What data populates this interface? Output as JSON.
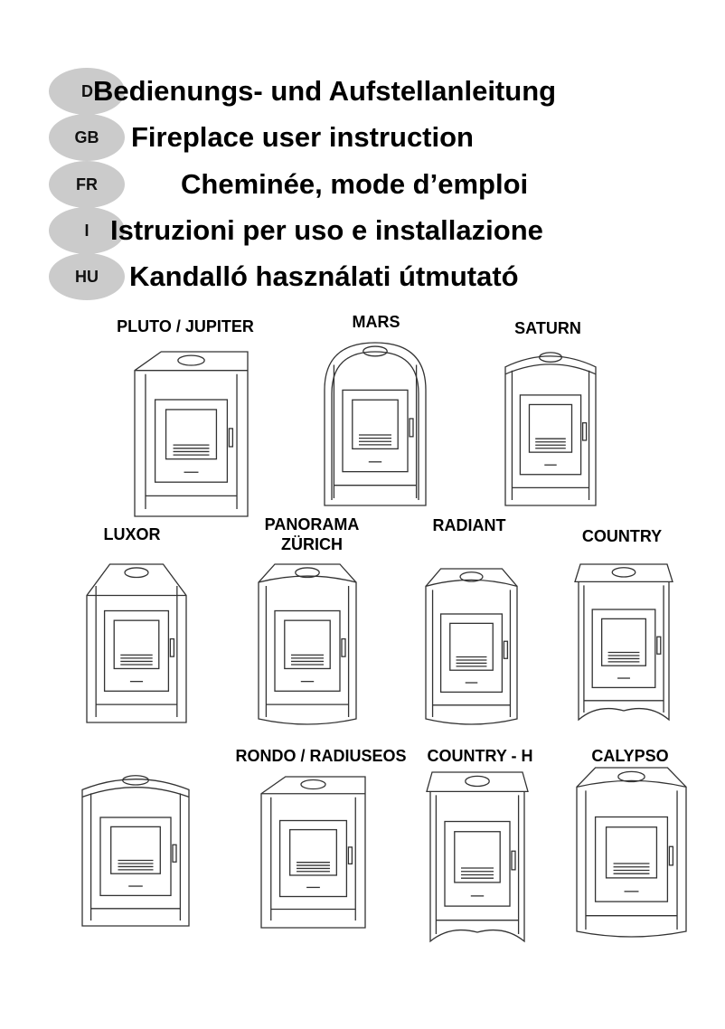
{
  "header": {
    "languages": [
      {
        "code": "D",
        "title": "Bedienungs- und Aufstellanleitung"
      },
      {
        "code": "GB",
        "title": "Fireplace user instruction"
      },
      {
        "code": "FR",
        "title": "Cheminée, mode d’emploi"
      },
      {
        "code": "I",
        "title": "Istruzioni per uso e installazione"
      },
      {
        "code": "HU",
        "title": "Kandalló használati útmutató"
      }
    ]
  },
  "models": [
    {
      "name": "PLUTO / JUPITER"
    },
    {
      "name": "MARS"
    },
    {
      "name": "SATURN"
    },
    {
      "name": "LUXOR"
    },
    {
      "name": "PANORAMA\nZÜRICH"
    },
    {
      "name": "RADIANT"
    },
    {
      "name": "COUNTRY"
    },
    {
      "name": ""
    },
    {
      "name": "RONDO / RADIUSEOS"
    },
    {
      "name": "COUNTRY - H"
    },
    {
      "name": "CALYPSO"
    }
  ]
}
